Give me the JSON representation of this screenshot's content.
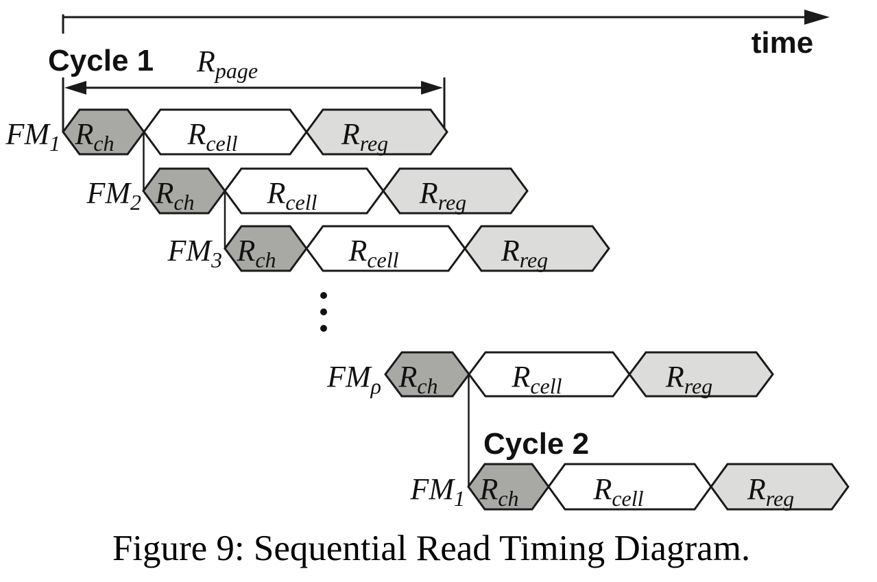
{
  "colors": {
    "rch_fill": "#a8a8a5",
    "rcell_fill": "#ffffff",
    "rreg_fill": "#dcdcda",
    "stroke": "#1a1a1a"
  },
  "axis": {
    "label": "time"
  },
  "cycles": {
    "cycle1": "Cycle 1",
    "cycle2": "Cycle 2"
  },
  "rpage": {
    "main": "R",
    "sub": "page"
  },
  "segments": {
    "rch": {
      "main": "R",
      "sub": "ch"
    },
    "rcell": {
      "main": "R",
      "sub": "cell"
    },
    "rreg": {
      "main": "R",
      "sub": "reg"
    }
  },
  "rows": [
    {
      "label": {
        "main": "FM",
        "sub": "1"
      }
    },
    {
      "label": {
        "main": "FM",
        "sub": "2"
      }
    },
    {
      "label": {
        "main": "FM",
        "sub": "3"
      }
    },
    {
      "label": {
        "main": "FM",
        "sub": "ρ"
      }
    },
    {
      "label": {
        "main": "FM",
        "sub": "1"
      }
    }
  ],
  "caption": "Figure 9: Sequential Read Timing Diagram."
}
